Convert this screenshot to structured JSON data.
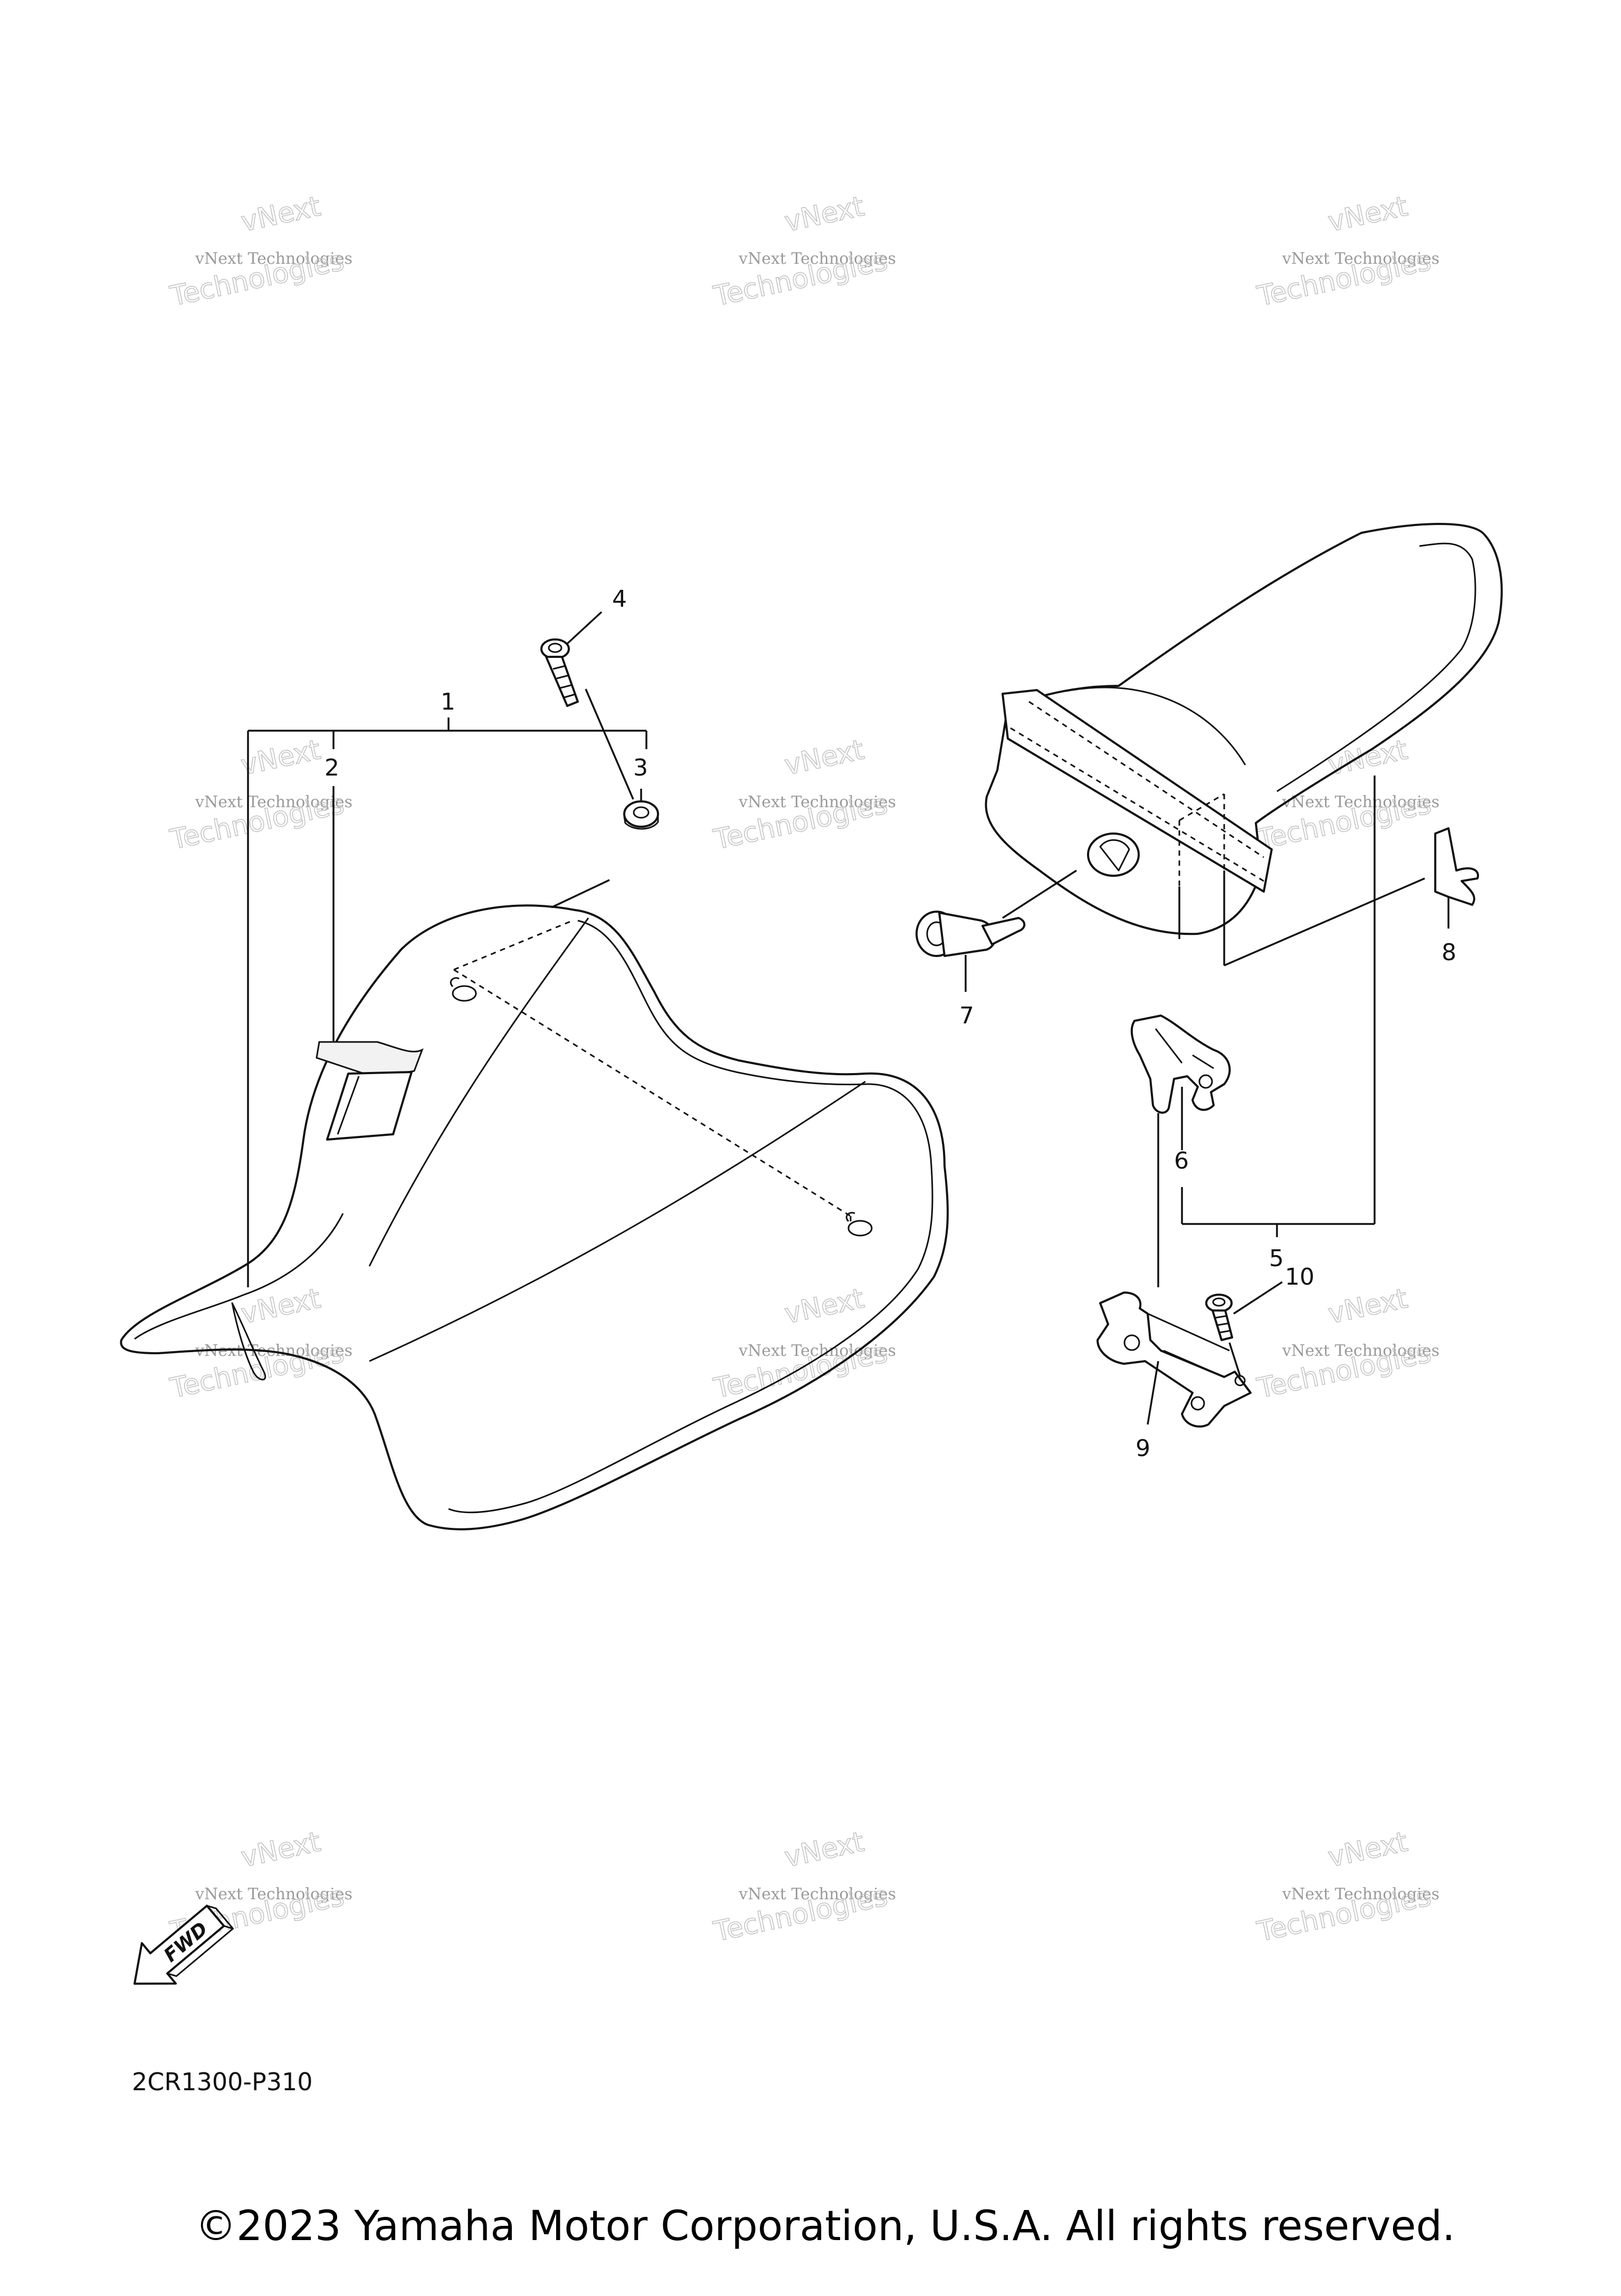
{
  "callouts": [
    "1",
    "2",
    "3",
    "4",
    "5",
    "6",
    "7",
    "8",
    "9",
    "10"
  ],
  "watermark": {
    "line1": "vNext",
    "line2": "vNext Technologies",
    "line3": "Technologies",
    "color": "#9a9a9a"
  },
  "fwd_label": "FWD",
  "diagram_code": "2CR1300-P310",
  "copyright": "©2023 Yamaha Motor Corporation, U.S.A. All rights reserved."
}
